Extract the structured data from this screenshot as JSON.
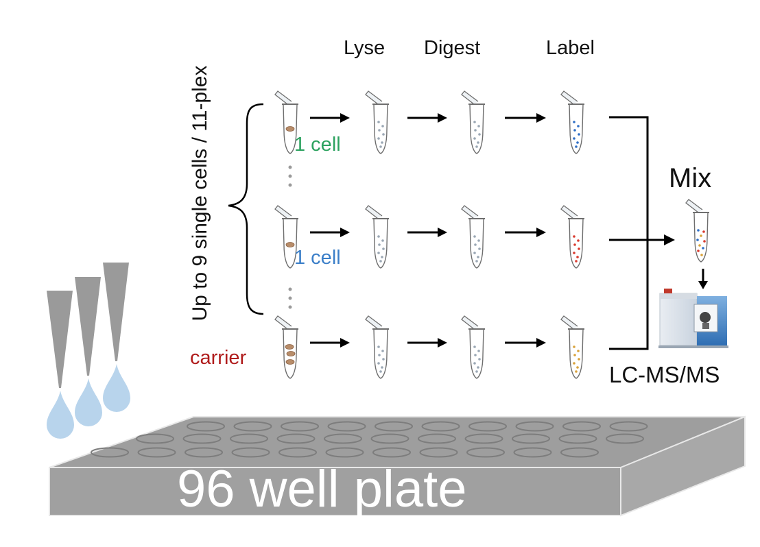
{
  "steps": {
    "lyse": "Lyse",
    "digest": "Digest",
    "label": "Label"
  },
  "brace_label": "Up to 9 single cells / 11-plex",
  "rows": [
    {
      "id": "top",
      "cell_label": "1 cell",
      "cell_color": "#2ca25f",
      "dot_color": "#2f6fc6",
      "contents": "1 cell"
    },
    {
      "id": "middle",
      "cell_label": "1 cell",
      "cell_color": "#3a7ec8",
      "dot_color": "#d93a2e",
      "contents": "1 cell"
    },
    {
      "id": "bottom",
      "cell_label": "carrier",
      "cell_color": "#b01c1c",
      "dot_color": "#d9a23a",
      "contents": "carrier"
    }
  ],
  "mix_label": "Mix",
  "instrument_label": "LC-MS/MS",
  "plate_label": "96 well plate",
  "colors": {
    "plate": "#a0a0a0",
    "plate_top": "#9e9e9e",
    "pipette": "#9a9a9a",
    "droplet": "#b8d4ec",
    "tube_outline": "#6e6e6e",
    "arrow": "#000000"
  },
  "icons": [
    "pipette-tip-icon",
    "droplet-icon",
    "microcentrifuge-tube-icon",
    "arrow-icon",
    "mass-spectrometer-icon",
    "brace-icon"
  ]
}
